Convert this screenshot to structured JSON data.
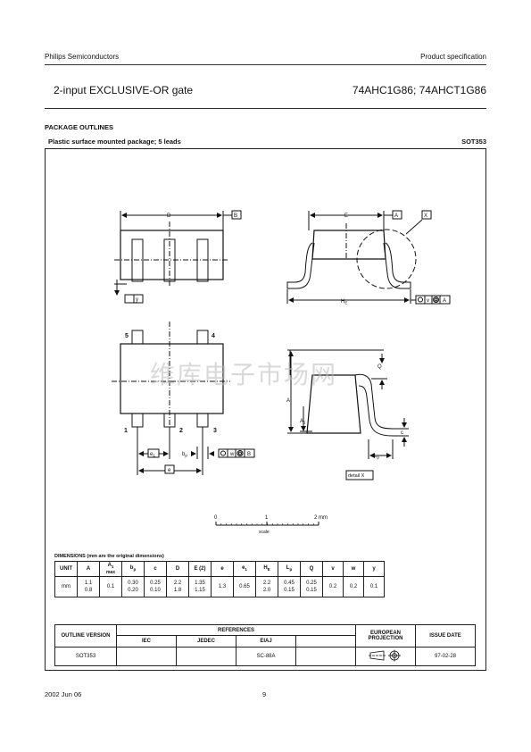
{
  "header": {
    "company": "Philips Semiconductors",
    "doc_type": "Product specification"
  },
  "title": {
    "left": "2-input EXCLUSIVE-OR gate",
    "right": "74AHC1G86; 74AHCT1G86"
  },
  "section": {
    "heading": "PACKAGE OUTLINES",
    "subheading": "Plastic surface mounted package; 5 leads",
    "package": "SOT353"
  },
  "drawing": {
    "labels": {
      "D": "D",
      "B": "B",
      "E": "E",
      "A": "A",
      "X": "X",
      "HE": "H",
      "HE_sub": "E",
      "y": "y",
      "v": "v",
      "w": "w",
      "pin5": "5",
      "pin4": "4",
      "pin1": "1",
      "pin2": "2",
      "pin3": "3",
      "e1": "e",
      "e1_sub": "1",
      "bp": "b",
      "bp_sub": "p",
      "e": "e",
      "Q": "Q",
      "A1": "A",
      "A1_sub": "1",
      "c": "c",
      "Lp": "L",
      "Lp_sub": "p",
      "detail": "detail X"
    },
    "scale": {
      "t0": "0",
      "t1": "1",
      "t2": "2 mm",
      "label": "scale"
    },
    "watermark": "维库电子市场网"
  },
  "dimensions": {
    "caption": "DIMENSIONS (mm are the original dimensions)",
    "headers": [
      "UNIT",
      "A",
      "A1",
      "bp",
      "c",
      "D",
      "E (2)",
      "e",
      "e1",
      "HE",
      "Lp",
      "Q",
      "v",
      "w",
      "y"
    ],
    "a1_max": "max",
    "row": {
      "unit": "mm",
      "A": [
        "1.1",
        "0.8"
      ],
      "A1": "0.1",
      "bp": [
        "0.30",
        "0.20"
      ],
      "c": [
        "0.25",
        "0.10"
      ],
      "D": [
        "2.2",
        "1.8"
      ],
      "E": [
        "1.35",
        "1.15"
      ],
      "e": "1.3",
      "e1": "0.65",
      "HE": [
        "2.2",
        "2.0"
      ],
      "Lp": [
        "0.45",
        "0.15"
      ],
      "Q": [
        "0.25",
        "0.15"
      ],
      "v": "0.2",
      "w": "0.2",
      "y": "0.1"
    }
  },
  "references": {
    "outline_version": "OUTLINE VERSION",
    "references": "REFERENCES",
    "iec": "IEC",
    "jedec": "JEDEC",
    "eiaj": "EIAJ",
    "european_projection": "EUROPEAN PROJECTION",
    "issue_date": "ISSUE DATE",
    "values": {
      "outline": "SOT353",
      "iec": "",
      "jedec": "",
      "eiaj": "SC-88A",
      "date": "97-02-28"
    }
  },
  "footer": {
    "date": "2002 Jun 06",
    "page": "9"
  }
}
